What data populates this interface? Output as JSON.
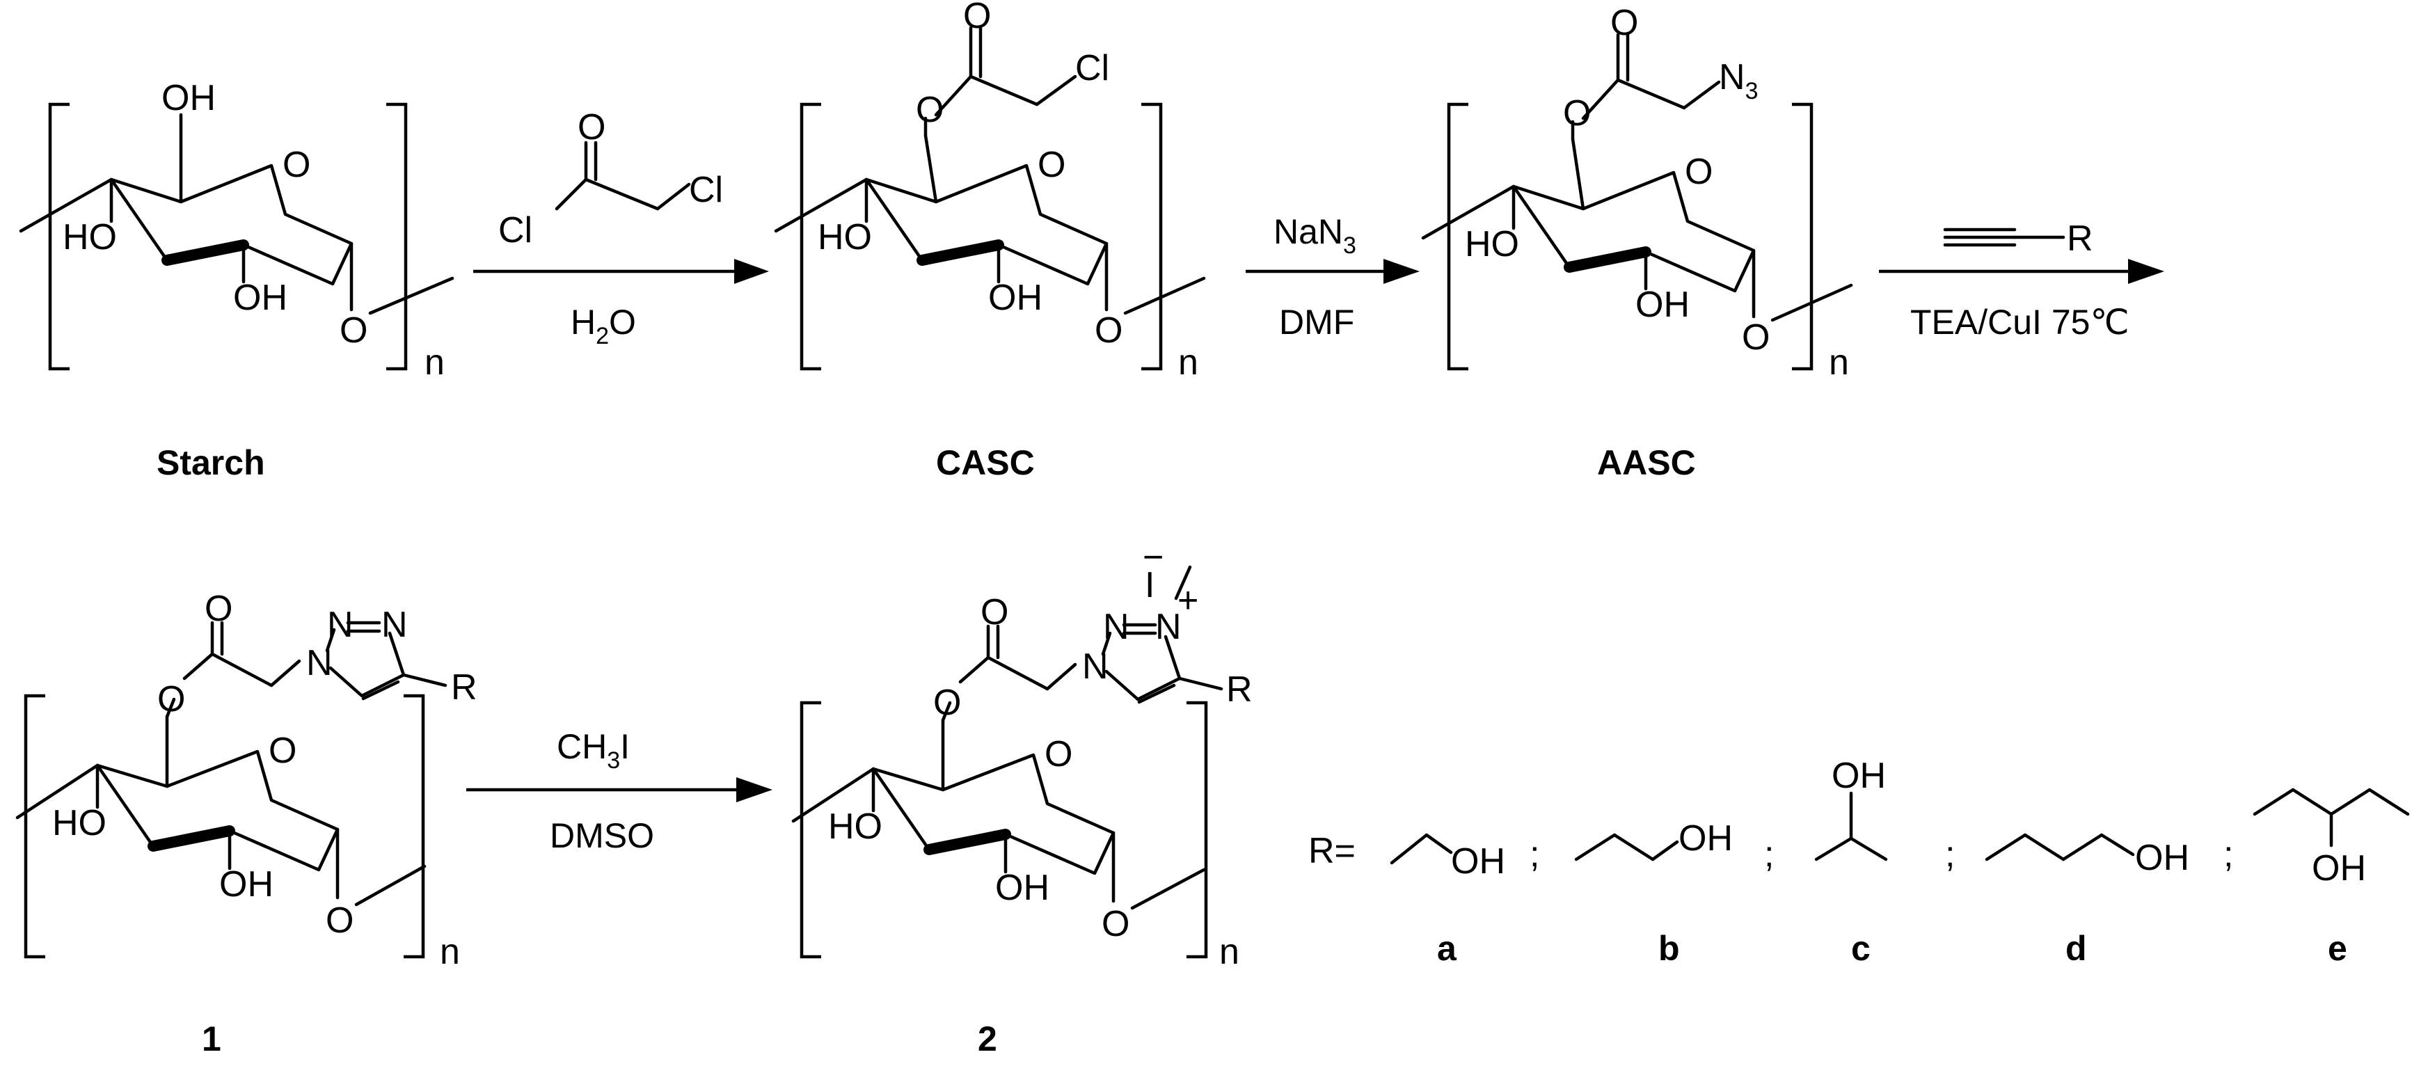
{
  "atoms": {
    "oh": "OH",
    "ho": "HO",
    "o": "O",
    "cl": "Cl",
    "n_repeat": "n",
    "n": "N",
    "n3": "N",
    "n3_sub": "3",
    "r": "R",
    "iodide": "I",
    "minus": "−",
    "plus": "+"
  },
  "compounds": {
    "starch": "Starch",
    "casc": "CASC",
    "aasc": "AASC",
    "product1": "1",
    "product2": "2"
  },
  "reactions": {
    "step1": {
      "reagent_above": "",
      "reagent_below_main": "H",
      "reagent_below_sub": "2",
      "reagent_below_tail": "O"
    },
    "step2": {
      "above_main": "NaN",
      "above_sub": "3",
      "below": "DMF"
    },
    "step3": {
      "above": "R",
      "below": "TEA/CuI  75℃"
    },
    "step4": {
      "above_main": "CH",
      "above_sub": "3",
      "above_tail": "I",
      "below": "DMSO"
    }
  },
  "substituents": {
    "r_label": "R=",
    "separator": ";",
    "letters": [
      "a",
      "b",
      "c",
      "d",
      "e"
    ]
  }
}
